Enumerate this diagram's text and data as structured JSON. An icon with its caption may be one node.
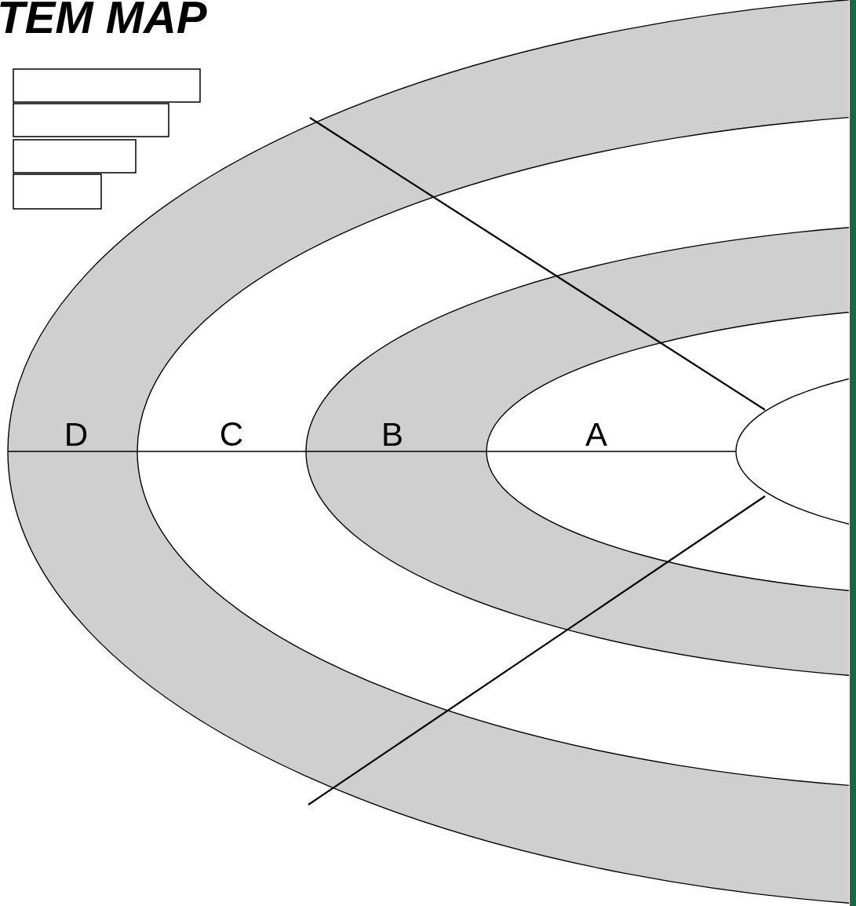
{
  "diagram": {
    "title": "TEM MAP",
    "labels": [
      "D",
      "C",
      "B",
      "A"
    ]
  }
}
